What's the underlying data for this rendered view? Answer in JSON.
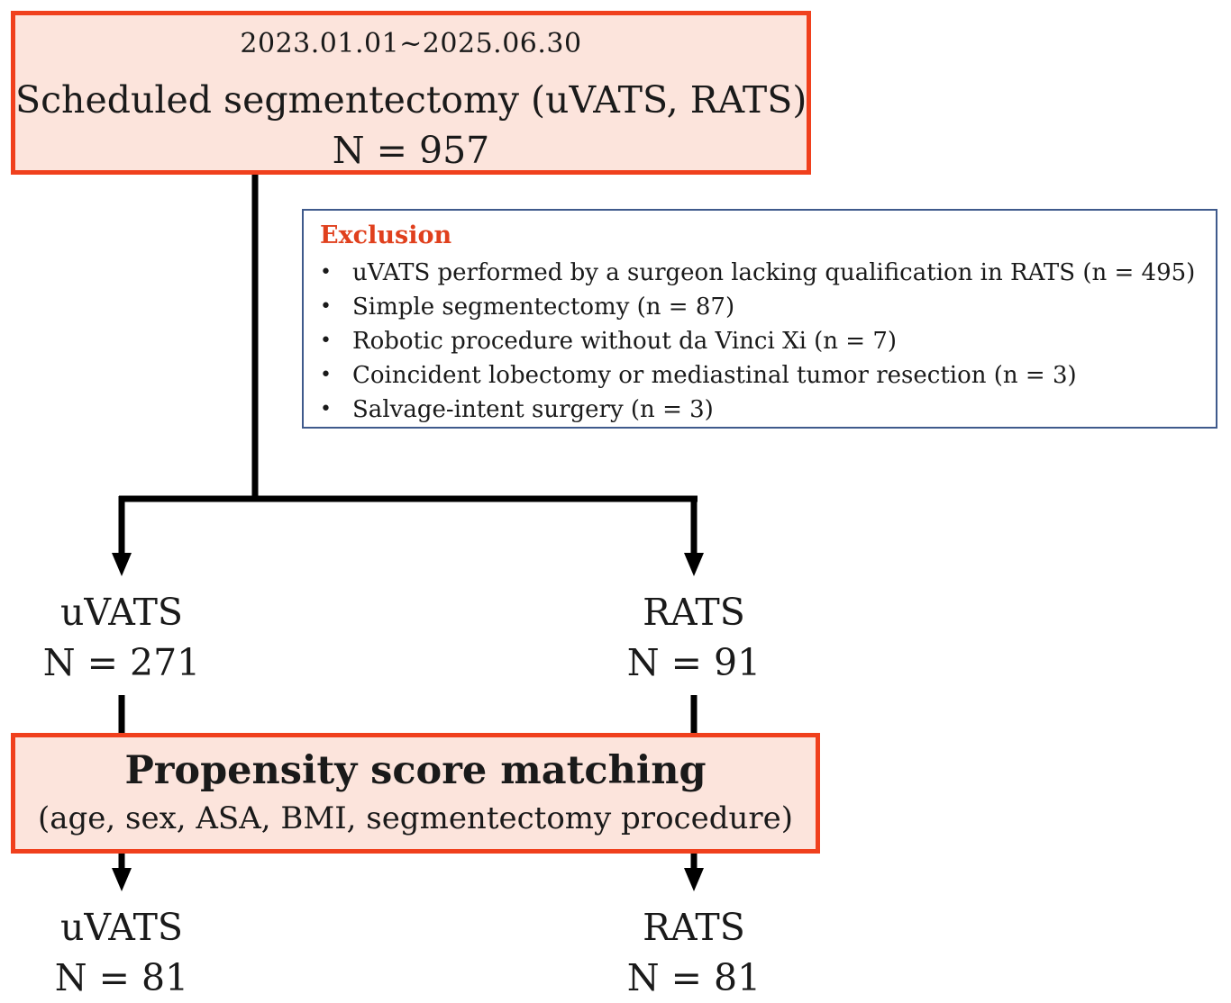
{
  "top_box": {
    "date_range": "2023.01.01~2025.06.30",
    "title": "Scheduled segmentectomy (uVATS, RATS)",
    "total": "N = 957"
  },
  "exclusion": {
    "title": "Exclusion",
    "bullet": "•",
    "items": [
      "uVATS performed by a surgeon lacking qualification in RATS (n = 495)",
      "Simple segmentectomy (n = 87)",
      "Robotic procedure without da Vinci Xi (n = 7)",
      "Coincident lobectomy or mediastinal tumor resection (n = 3)",
      "Salvage-intent surgery (n = 3)"
    ]
  },
  "groups_before": {
    "left": {
      "name": "uVATS",
      "count": "N = 271"
    },
    "right": {
      "name": "RATS",
      "count": "N = 91"
    }
  },
  "matching_box": {
    "title": "Propensity score matching",
    "covariates": "(age, sex, ASA, BMI, segmentectomy  procedure)"
  },
  "groups_after": {
    "left": {
      "name": "uVATS",
      "count": "N = 81"
    },
    "right": {
      "name": "RATS",
      "count": "N = 81"
    }
  },
  "colors": {
    "box_fill": "#fce4dc",
    "box_border": "#f0401d",
    "exclusion_border": "#3f5a8c",
    "exclusion_title": "#e0401d",
    "connector": "#000000"
  }
}
